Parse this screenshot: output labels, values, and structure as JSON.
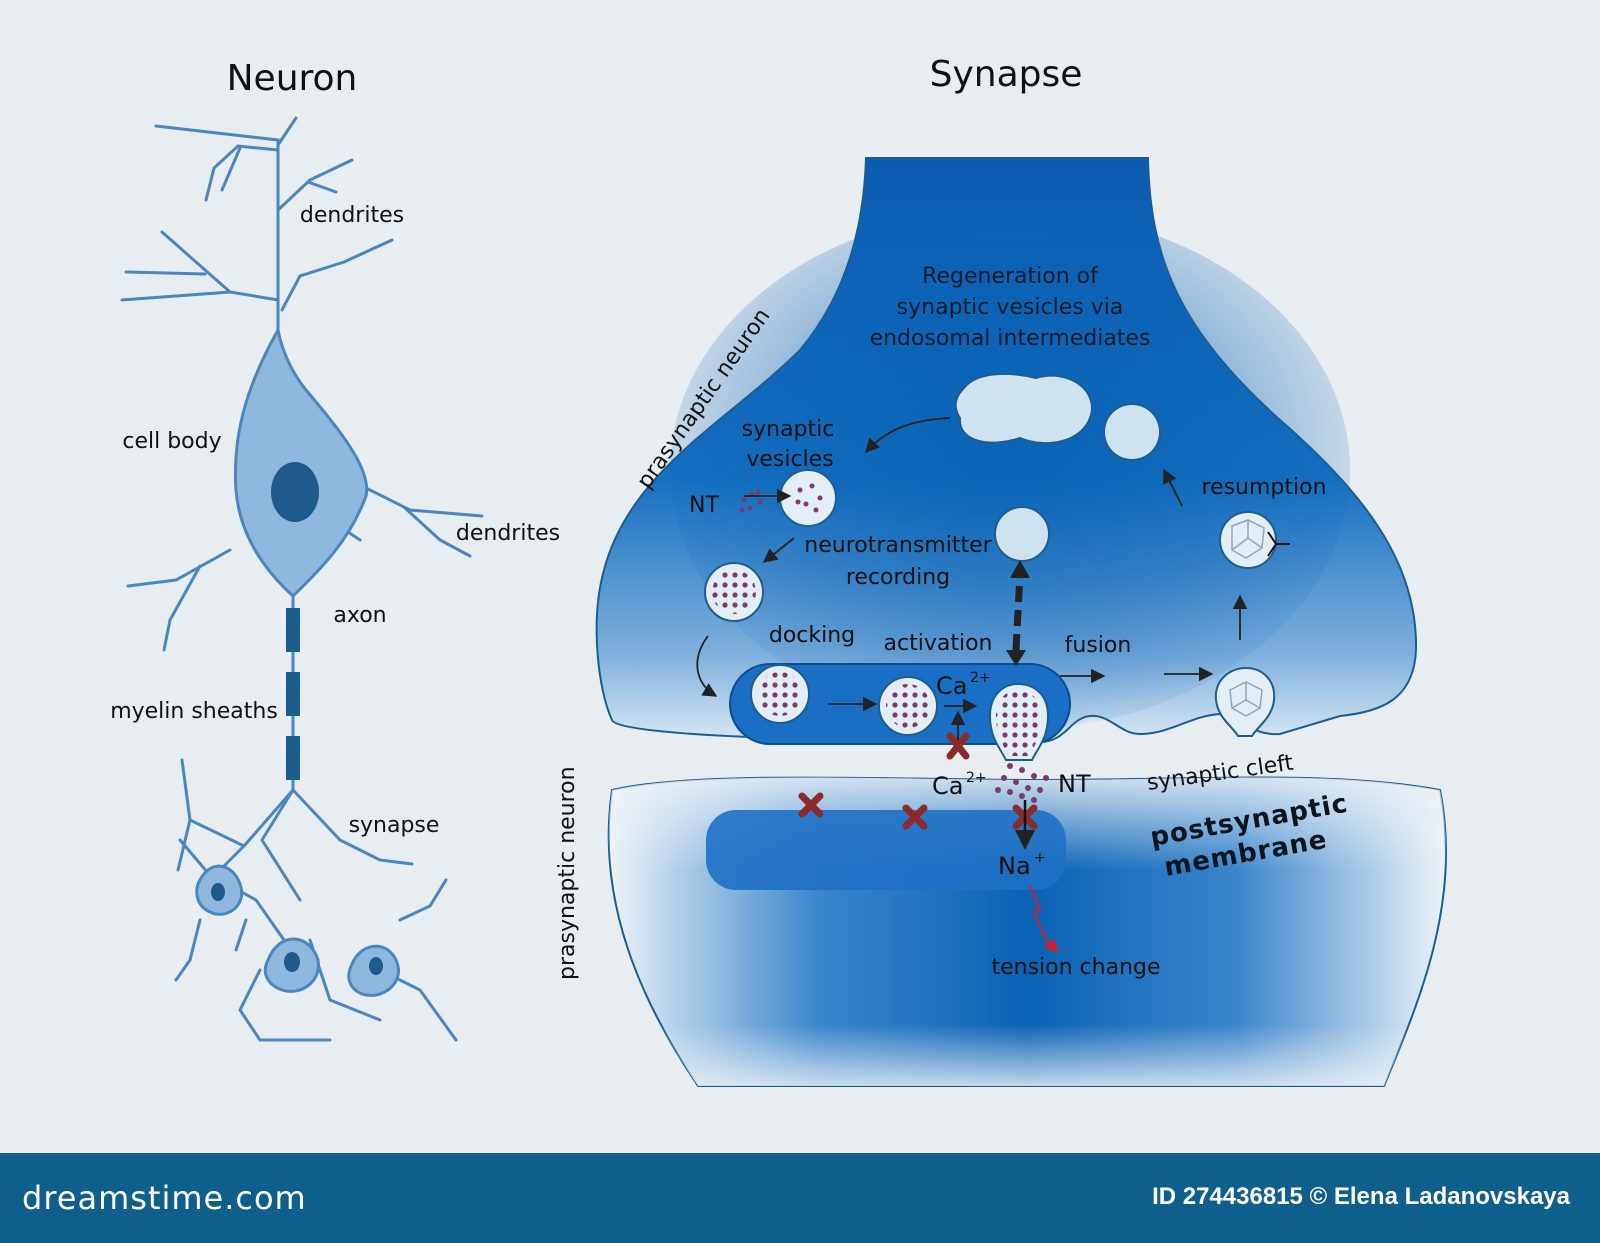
{
  "neuron": {
    "title": "Neuron",
    "labels": {
      "dendrites_top": "dendrites",
      "cell_body": "cell body",
      "dendrites_right": "dendrites",
      "axon": "axon",
      "myelin_sheaths": "myelin sheaths",
      "synapse": "synapse"
    }
  },
  "synapse": {
    "title": "Synapse",
    "presynaptic_label": "prasynaptic neuron",
    "postsynaptic_side_label": "prasynaptic neuron",
    "regeneration": [
      "Regeneration of",
      "synaptic vesicles via",
      "endosomal intermediates"
    ],
    "synaptic_vesicles": [
      "synaptic",
      "vesicles"
    ],
    "nt_left": "NT",
    "neurotransmitter_recording": [
      "neurotransmitter",
      "recording"
    ],
    "resumption": "resumption",
    "docking": "docking",
    "activation": "activation",
    "fusion": "fusion",
    "ca_top": "Ca",
    "ca_top_sup": "2+",
    "ca_bottom": "Ca",
    "ca_bottom_sup": "2+",
    "nt_right": "NT",
    "synaptic_cleft": "synaptic cleft",
    "postsynaptic_membrane": [
      "postsynaptic",
      "membrane"
    ],
    "na": "Na",
    "na_sup": "+",
    "tension_change": "tension change"
  },
  "footer": {
    "brand": "dreamstime.com",
    "credit": "ID 274436815 © Elena Ladanovskaya"
  },
  "colors": {
    "background": "#e8edf1",
    "neuron_fill": "#8fb8df",
    "neuron_stroke": "#4a86bf",
    "deep_blue": "#0a62b4",
    "footer": "#0e5f8c",
    "vesicle_dots": "#7a3a6a",
    "channel_x": "#8a2a2a"
  }
}
